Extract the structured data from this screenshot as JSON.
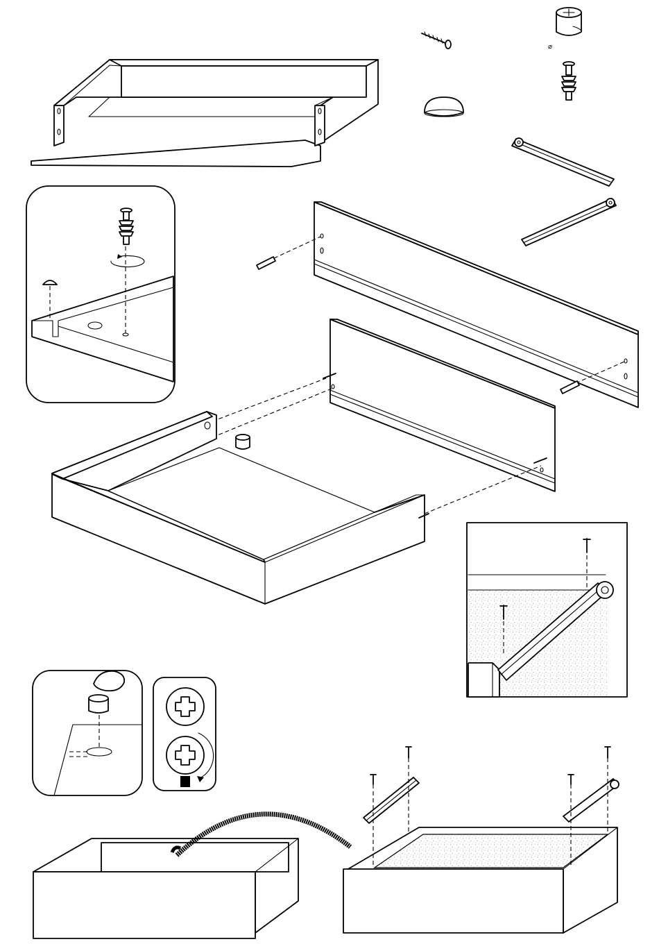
{
  "diagram": {
    "style": "line-art assembly instructions",
    "colors": {
      "line": "#000000",
      "background": "#ffffff",
      "speckle": "#9a9a9a"
    },
    "steps": [
      {
        "id": "drawer-box-open",
        "icon": "drawer-box"
      },
      {
        "id": "hardware-parts",
        "icon": "hardware"
      },
      {
        "id": "detail-dowel-insert",
        "icon": "detail"
      },
      {
        "id": "panels-exploded",
        "icon": "exploded-view"
      },
      {
        "id": "detail-rail-screws",
        "icon": "detail"
      },
      {
        "id": "detail-cam-lock",
        "icon": "detail"
      },
      {
        "id": "cam-turn-icons",
        "icon": "screwdriver-turn"
      },
      {
        "id": "final-drawer-assembly",
        "icon": "drawer-rails"
      }
    ],
    "parts": [
      {
        "name": "wood-screw",
        "icon": "screw-icon"
      },
      {
        "name": "cam-lock",
        "icon": "cam-lock-icon"
      },
      {
        "name": "cam-bolt-dowel",
        "icon": "dowel-icon"
      },
      {
        "name": "furniture-pad",
        "icon": "pad-icon"
      },
      {
        "name": "drawer-rail-left",
        "icon": "rail-icon"
      },
      {
        "name": "drawer-rail-right",
        "icon": "rail-icon"
      }
    ]
  }
}
